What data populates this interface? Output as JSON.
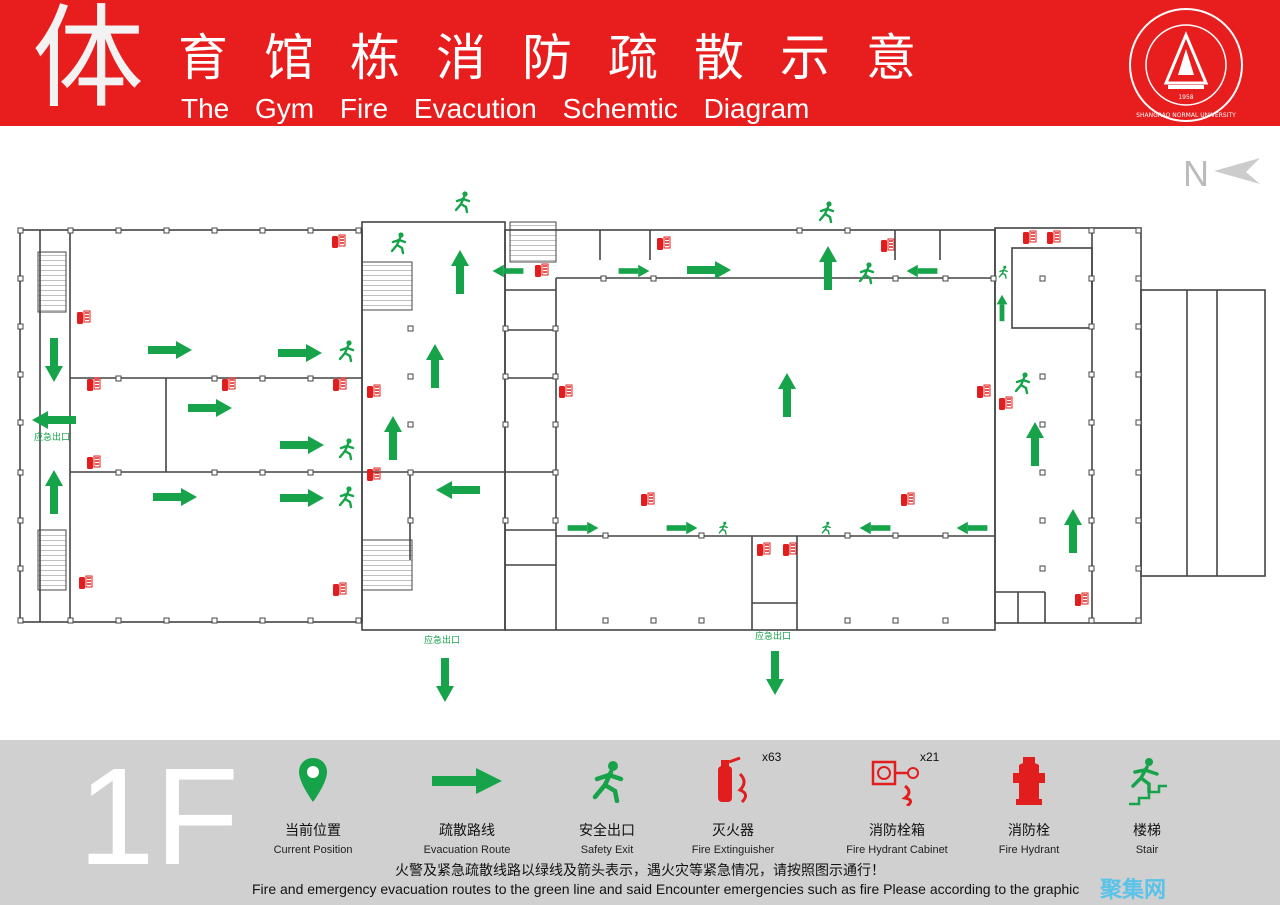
{
  "header": {
    "big_char": "体",
    "title_cn": "育馆栋消防疏散示意",
    "title_en": "The Gym Fire Evacution Schemtic Diagram",
    "logo_text": "SHANGRAO NORMAL UNIVERSITY",
    "logo_year": "1958"
  },
  "plan": {
    "north_label": "N",
    "exit_label_left": "应急出口",
    "exit_label_bottom_1": "应急出口",
    "exit_label_bottom_2": "应急出口"
  },
  "legend": {
    "floor": "1F",
    "items": [
      {
        "icon": "location-pin-icon",
        "cn": "当前位置",
        "en": "Current Position"
      },
      {
        "icon": "evacuation-arrow-icon",
        "cn": "疏散路线",
        "en": "Evacuation Route"
      },
      {
        "icon": "exit-runner-icon",
        "cn": "安全出口",
        "en": "Safety Exit"
      },
      {
        "icon": "fire-extinguisher-icon",
        "cn": "灭火器",
        "en": "Fire Extinguisher",
        "count": "x63"
      },
      {
        "icon": "fire-hydrant-cabinet-icon",
        "cn": "消防栓箱",
        "en": "Fire Hydrant Cabinet",
        "count": "x21"
      },
      {
        "icon": "fire-hydrant-icon",
        "cn": "消防栓",
        "en": "Fire Hydrant"
      },
      {
        "icon": "stair-icon",
        "cn": "楼梯",
        "en": "Stair"
      }
    ],
    "note_cn": "火警及紧急疏散线路以绿线及箭头表示，遇火灾等紧急情况，请按照图示通行！",
    "note_en": "Fire and emergency evacuation routes to the green line and said  Encounter emergencies such as fire Please according to the graphic"
  },
  "watermark": "聚集网",
  "colors": {
    "header_red": "#e81d1d",
    "route_green": "#16a34a",
    "equipment_red": "#e11d1d",
    "footer_gray": "#d0d0d0"
  }
}
